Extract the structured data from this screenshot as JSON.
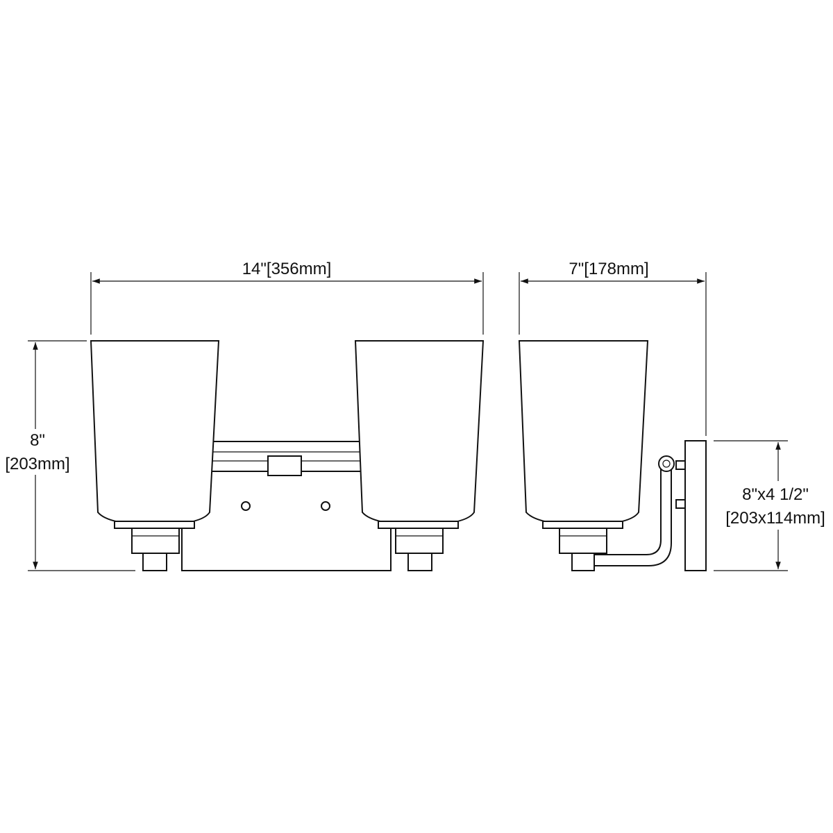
{
  "front_view": {
    "width_label": "14\"[356mm]",
    "height_label_line1": "8\"",
    "height_label_line2": "[203mm]"
  },
  "side_view": {
    "depth_label": "7\"[178mm]",
    "backplate_label_line1": "8\"x4 1/2\"",
    "backplate_label_line2": "[203x114mm]"
  }
}
